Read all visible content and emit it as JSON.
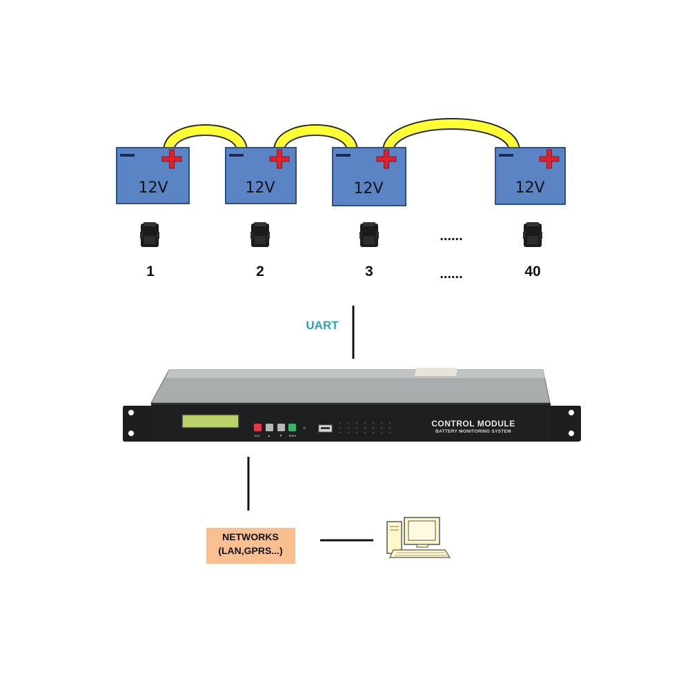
{
  "colors": {
    "battery_fill": "#5b84c4",
    "battery_stroke": "#2a4f8a",
    "plus": "#e0202a",
    "connector": "#ffff33",
    "uart_text": "#2ea3ad",
    "network_box": "#f9bf91",
    "device_body": "#1e1f20"
  },
  "batteries": [
    {
      "label": "12V"
    },
    {
      "label": "12V"
    },
    {
      "label": "12V"
    },
    {
      "label": "12V"
    }
  ],
  "sensors": [
    {
      "id": "1"
    },
    {
      "id": "2"
    },
    {
      "id": "3"
    },
    {
      "id": "40"
    }
  ],
  "ellipsis": "......",
  "uart_label": "UART",
  "control_module": {
    "title": "CONTROL MODULE",
    "subtitle": "BATTERY MONITORING SYSTEM",
    "buttons": [
      "Esc",
      "▲",
      "▼",
      "Enter"
    ]
  },
  "network": {
    "line1": "NETWORKS",
    "line2": "(LAN,GPRS...)"
  },
  "icons": {
    "battery": "battery-icon",
    "sensor": "sensor-module-icon",
    "computer": "desktop-computer-icon"
  }
}
